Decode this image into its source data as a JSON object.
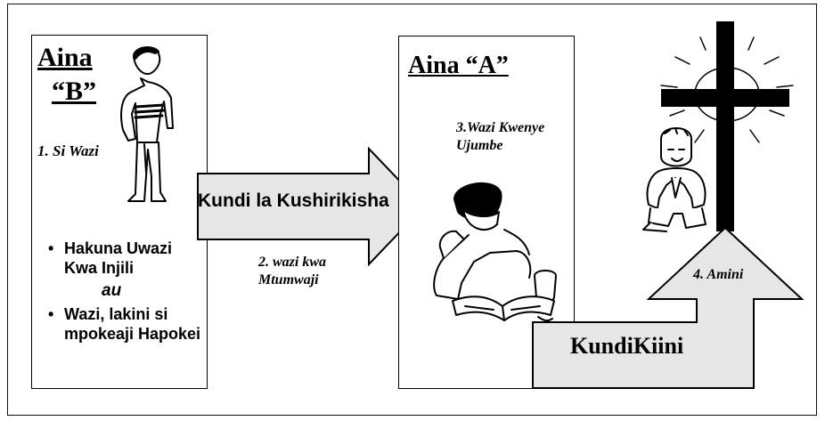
{
  "panel_b": {
    "title_line1": "Aina",
    "title_line2": "“B”",
    "step": "1. Si Wazi",
    "bullets": [
      "Hakuna Uwazi Kwa Injili",
      "Wazi, lakini si mpokeaji Hapokei"
    ],
    "connector": "au"
  },
  "arrow_middle": {
    "label": "Kundi la Kushirikisha",
    "step": "2. wazi kwa Mtumwaji"
  },
  "panel_a": {
    "title": "Aina “A”",
    "step": "3.Wazi Kwenye Ujumbe"
  },
  "arrow_right": {
    "label": "KundiKiini",
    "step": "4. Amini"
  },
  "icons": [
    "standing-man-icon",
    "reading-man-icon",
    "cross-icon",
    "praying-man-icon",
    "rays-icon"
  ],
  "colors": {
    "arrow_fill": "#e6e6e6",
    "ink": "#000000",
    "background": "#ffffff"
  }
}
